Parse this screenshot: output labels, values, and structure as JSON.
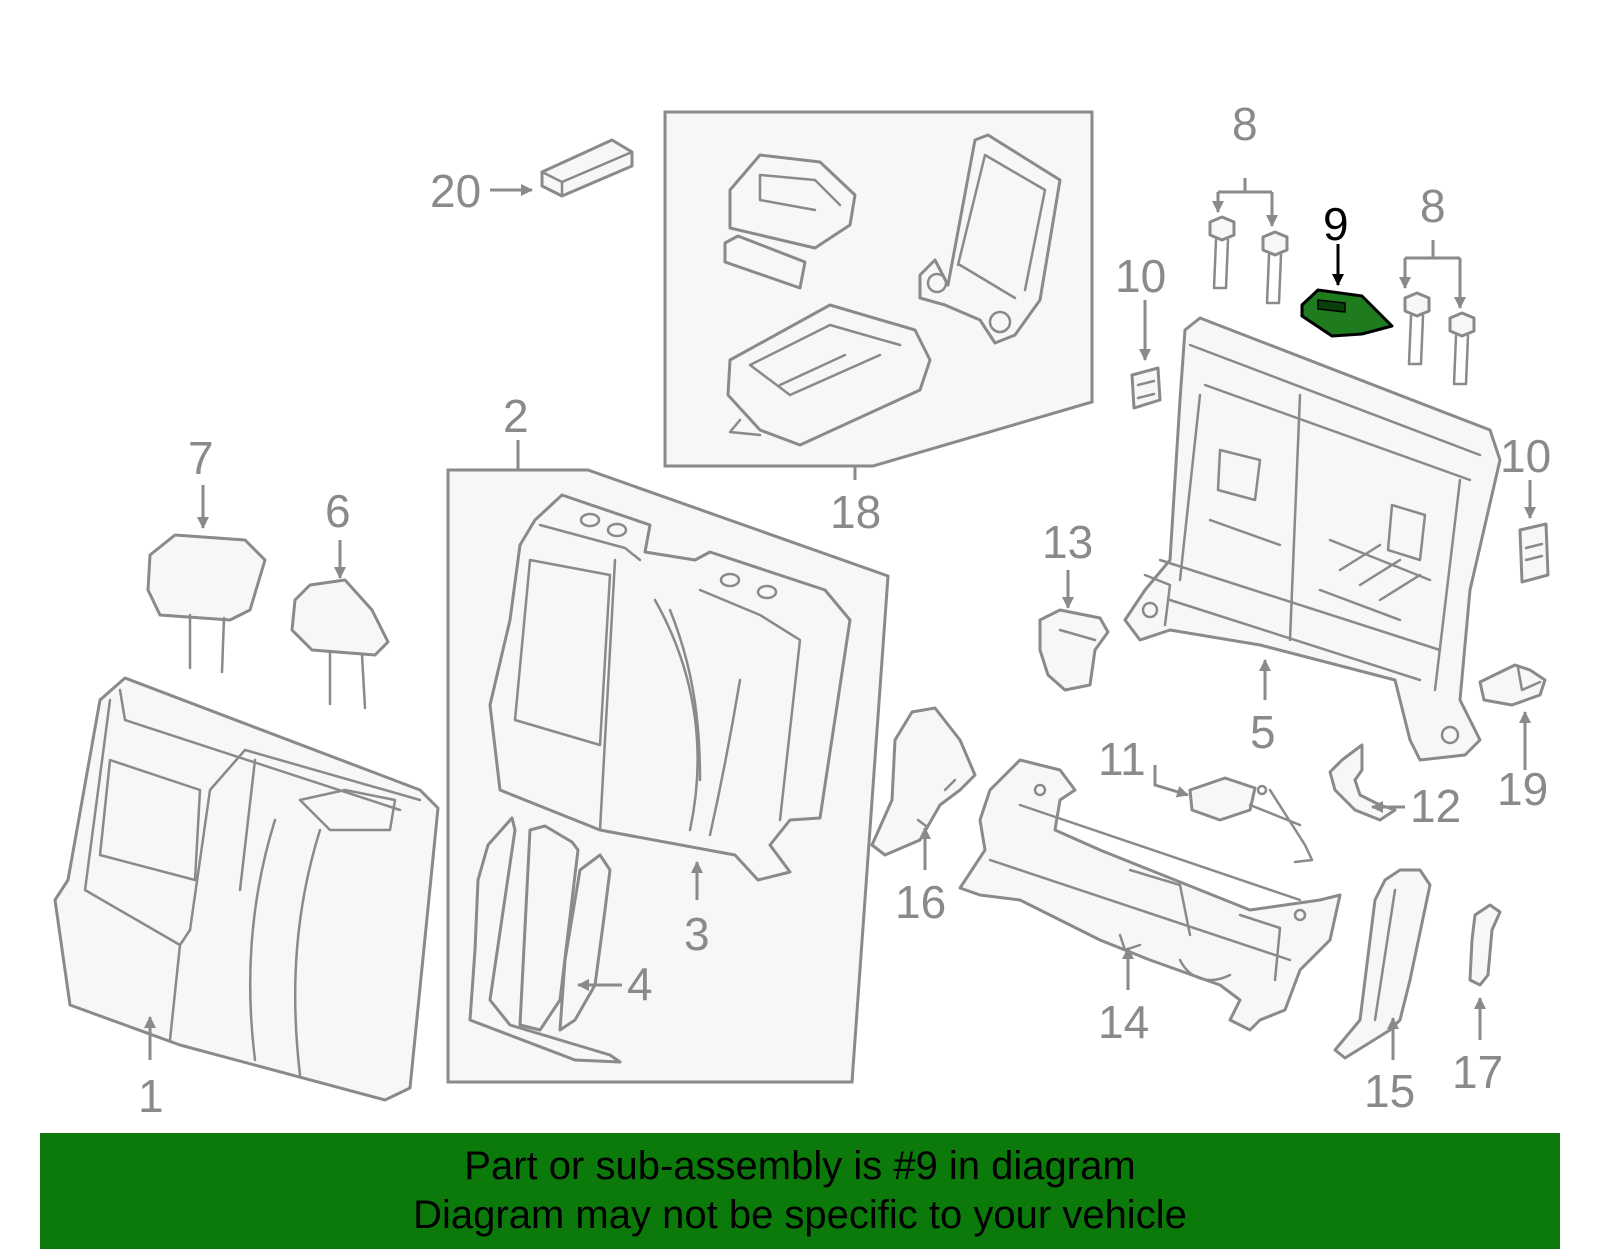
{
  "callouts": {
    "c1": "1",
    "c2": "2",
    "c3": "3",
    "c4": "4",
    "c5": "5",
    "c6": "6",
    "c7": "7",
    "c8a": "8",
    "c8b": "8",
    "c9": "9",
    "c10a": "10",
    "c10b": "10",
    "c11": "11",
    "c12": "12",
    "c13": "13",
    "c14": "14",
    "c15": "15",
    "c16": "16",
    "c17": "17",
    "c18": "18",
    "c19": "19",
    "c20": "20"
  },
  "highlight": {
    "part_number": "9",
    "color": "#1e7b1e"
  },
  "banner": {
    "line1": "Part or sub-assembly is #9 in diagram",
    "line2": "Diagram may not be specific to your vehicle",
    "background": "#0b7a0b"
  },
  "colors": {
    "line": "#8a8a8a",
    "fill": "#f7f7f7"
  }
}
